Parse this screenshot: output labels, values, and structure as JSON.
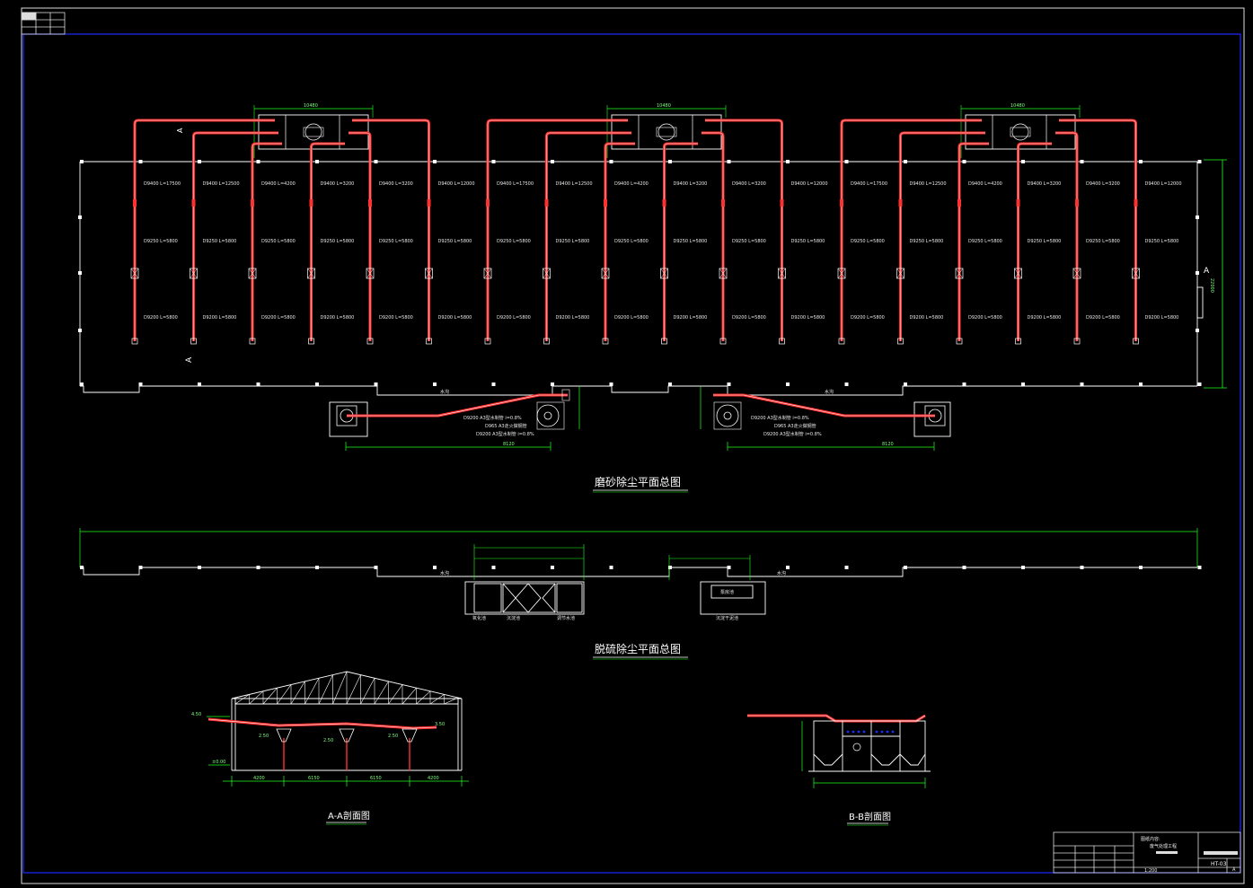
{
  "colors": {
    "background": "#000000",
    "frame": "#1a2cff",
    "structure": "#ffffff",
    "duct": "#ff3030",
    "dimension": "#22ff22"
  },
  "sections": {
    "main_plan_title": "磨砂除尘平面总图",
    "second_plan_title": "脱硫除尘平面总图",
    "section_aa_title": "A-A剖面图",
    "section_bb_title": "B-B剖面图"
  },
  "marker": "A",
  "unit_width_label": "10480",
  "overall_height_label": "22000",
  "channel_label": "水沟",
  "branch_labels": {
    "top": [
      "D9400 L=17500",
      "D9400 L=12500",
      "D9400 L=4200",
      "D9400 L=3200",
      "D9400 L=3200",
      "D9400 L=12000"
    ],
    "middle": [
      "D9250 L=5800",
      "D9250 L=5800",
      "D9250 L=5800",
      "D9250 L=5800",
      "D9250 L=5800",
      "D9250 L=5800"
    ],
    "bottom": [
      "D9200 L=5800",
      "D9200 L=5800",
      "D9200 L=5800",
      "D9200 L=5800",
      "D9200 L=5800",
      "D9200 L=5800"
    ]
  },
  "fan_notes": [
    "D9200 A3型水制管 i=0.8%",
    "D965 A3走火做钢管",
    "D9200 A3型水制管 i=0.8%"
  ],
  "fan_dimension": "8120",
  "tank_labels": [
    "氧化池",
    "沉淀池",
    "调节水池"
  ],
  "tank2_labels": [
    "泵房池",
    "沉淀干泥池"
  ],
  "section_aa_dims": [
    "4200",
    "6150",
    "6150",
    "4200"
  ],
  "section_aa_levels": [
    "4.50",
    "±0.00",
    "3.50",
    "2.50",
    "2.50",
    "2.50"
  ],
  "title_block": {
    "content_label": "图纸内容:",
    "project_name": "废气处理工程",
    "drawing_no": "HT-03",
    "scale": "1:200",
    "sheet": "A"
  }
}
